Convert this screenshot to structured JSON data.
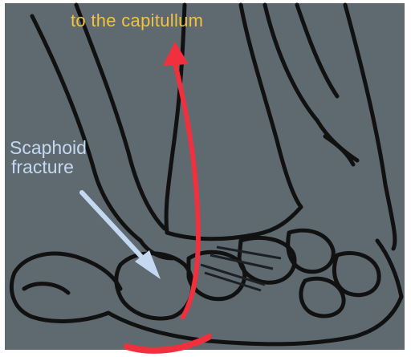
{
  "annotations": {
    "top_label": "to the capitullum",
    "fracture_label_line1": "Scaphoid",
    "fracture_label_line2": "fracture"
  },
  "colors": {
    "background": "#5e6a70",
    "outline": "#111111",
    "motion_arrow": "#f0303d",
    "pointer_arrow": "#c5d8f2",
    "top_label": "#f2c240"
  }
}
